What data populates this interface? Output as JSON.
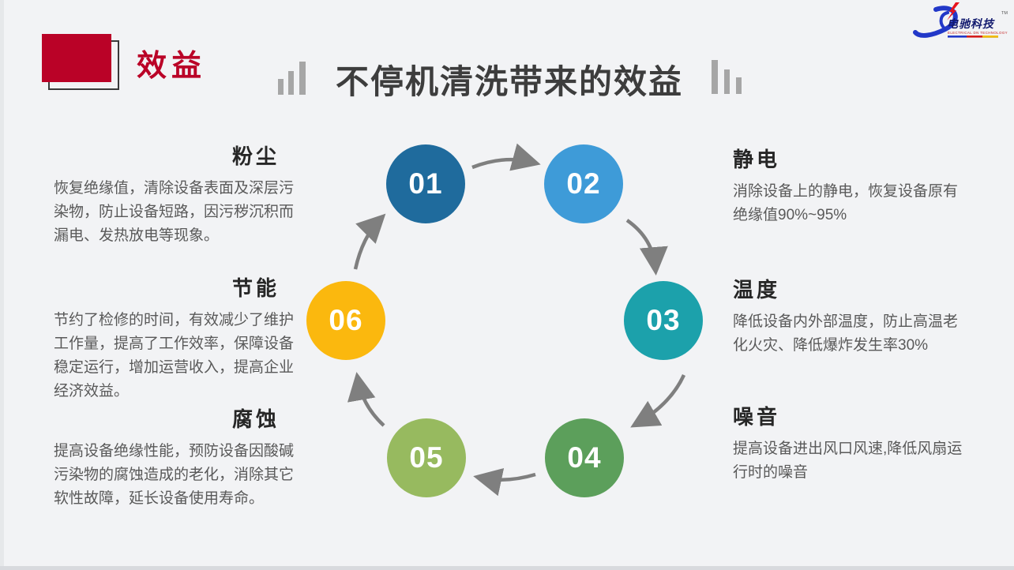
{
  "page": {
    "background": "#F2F3F5",
    "accent_red": "#BA0227"
  },
  "header": {
    "section_label": "效益",
    "title": "不停机清洗带来的效益"
  },
  "logo": {
    "name": "电驰科技",
    "subtitle": "ELECTRICAL DN TECHNOLOGY",
    "tm": "TM",
    "swoosh_color": "#2238c8",
    "bolt_color": "#e8131d"
  },
  "diagram": {
    "type": "cycle",
    "arrow_color": "#7F7F7F",
    "steps": [
      {
        "num": "01",
        "color": "#1F6B9D"
      },
      {
        "num": "02",
        "color": "#3E9BD8"
      },
      {
        "num": "03",
        "color": "#1CA1AB"
      },
      {
        "num": "04",
        "color": "#5C9F5B"
      },
      {
        "num": "05",
        "color": "#97BA5F"
      },
      {
        "num": "06",
        "color": "#FBB80E"
      }
    ]
  },
  "benefits_left": [
    {
      "title": "粉尘",
      "body": "恢复绝缘值，清除设备表面及深层污染物，防止设备短路，因污秽沉积而漏电、发热放电等现象。"
    },
    {
      "title": "节能",
      "body": "节约了检修的时间，有效减少了维护工作量，提高了工作效率，保障设备稳定运行，增加运营收入，提高企业经济效益。"
    },
    {
      "title": "腐蚀",
      "body": "提高设备绝缘性能，预防设备因酸碱污染物的腐蚀造成的老化，消除其它软性故障，延长设备使用寿命。"
    }
  ],
  "benefits_right": [
    {
      "title": "静电",
      "body": "消除设备上的静电，恢复设备原有绝缘值90%~95%"
    },
    {
      "title": "温度",
      "body": "降低设备内外部温度，防止高温老化火灾、降低爆炸发生率30%"
    },
    {
      "title": "噪音",
      "body": "提高设备进出风口风速,降低风扇运行时的噪音"
    }
  ]
}
